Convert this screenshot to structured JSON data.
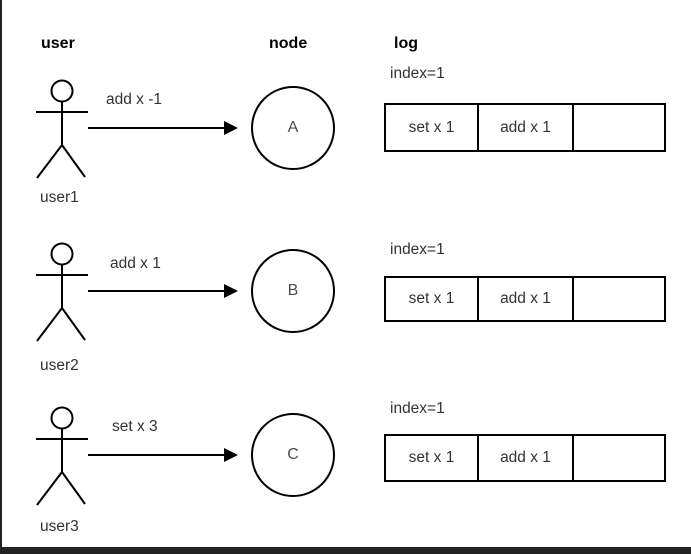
{
  "diagram": {
    "headers": {
      "user": "user",
      "node": "node",
      "log": "log"
    },
    "rows": [
      {
        "user_label": "user1",
        "message": "add x -1",
        "node_label": "A",
        "log_index": "index=1",
        "log_cells": [
          "set x 1",
          "add x 1",
          ""
        ]
      },
      {
        "user_label": "user2",
        "message": "add x 1",
        "node_label": "B",
        "log_index": "index=1",
        "log_cells": [
          "set x 1",
          "add x 1",
          ""
        ]
      },
      {
        "user_label": "user3",
        "message": "set x 3",
        "node_label": "C",
        "log_index": "index=1",
        "log_cells": [
          "set x 1",
          "add x 1",
          ""
        ]
      }
    ],
    "colors": {
      "stroke": "#000000",
      "text": "#333333",
      "node_letter": "#4d4d4d",
      "frame": "#222222",
      "background": "#ffffff"
    }
  }
}
